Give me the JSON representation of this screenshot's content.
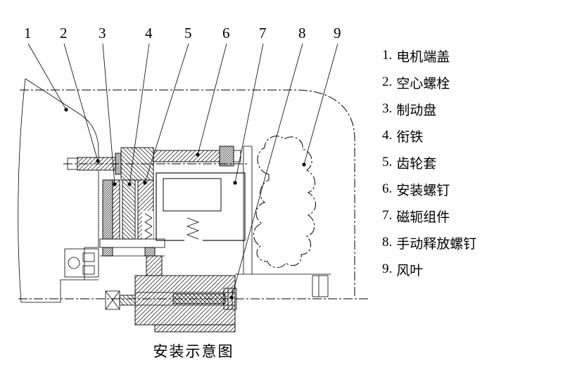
{
  "figure": {
    "caption": "安装示意图"
  },
  "callouts": [
    {
      "n": "1"
    },
    {
      "n": "2"
    },
    {
      "n": "3"
    },
    {
      "n": "4"
    },
    {
      "n": "5"
    },
    {
      "n": "6"
    },
    {
      "n": "7"
    },
    {
      "n": "8"
    },
    {
      "n": "9"
    }
  ],
  "legend": {
    "items": [
      {
        "num": "1.",
        "label": "电机端盖"
      },
      {
        "num": "2.",
        "label": "空心螺栓"
      },
      {
        "num": "3.",
        "label": "制动盘"
      },
      {
        "num": "4.",
        "label": "衔铁"
      },
      {
        "num": "5.",
        "label": "齿轮套"
      },
      {
        "num": "6.",
        "label": "安装螺钉"
      },
      {
        "num": "7.",
        "label": "磁轭组件"
      },
      {
        "num": "8.",
        "label": "手动释放螺钉"
      },
      {
        "num": "9.",
        "label": "风叶"
      }
    ]
  },
  "colors": {
    "line": "#000000",
    "background": "#ffffff"
  }
}
